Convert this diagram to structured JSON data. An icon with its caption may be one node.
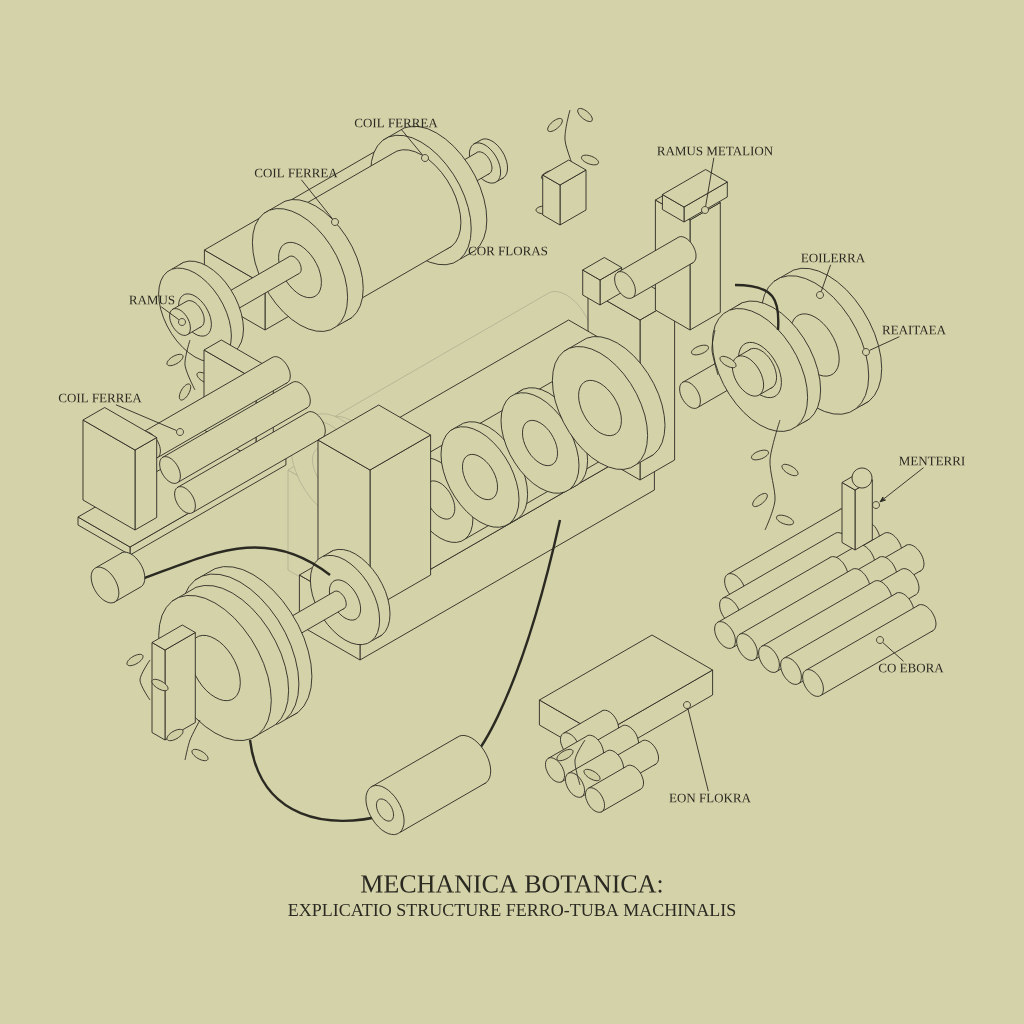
{
  "diagram": {
    "title": "MECHANICA BOTANICA:",
    "caption": "EXPLICATIO STRUCTURE FERRO-TUBA MACHINALIS",
    "nodes": [
      {
        "text": [
          "COIL FERREA"
        ]
      },
      {
        "text": [
          "RAMUS METALION"
        ]
      },
      {
        "text": [
          "COIL FERREA"
        ]
      },
      {
        "text": [
          "EOILERRA"
        ]
      },
      {
        "text": [
          "RAMUS"
        ]
      },
      {
        "text": [
          "REAITAEA"
        ]
      },
      {
        "text": [
          "COIL FERREA"
        ]
      },
      {
        "text": [
          "MENTERRI"
        ]
      },
      {
        "text": [
          "CO EBORA"
        ]
      },
      {
        "text": [
          "EON FLOKRA"
        ]
      },
      {
        "text": [],
        "shape": "circle"
      },
      {
        "text": [],
        "shape": "circle"
      },
      {
        "text": [],
        "shape": "circle"
      },
      {
        "text": [],
        "shape": "circle"
      },
      {
        "text": [],
        "shape": "circle"
      },
      {
        "text": [],
        "shape": "circle"
      },
      {
        "text": [],
        "shape": "circle"
      },
      {
        "text": [],
        "shape": "circle"
      },
      {
        "text": [],
        "shape": "circle"
      },
      {
        "text": [],
        "shape": "circle"
      }
    ],
    "edges": [
      {
        "from": 0,
        "to": 10,
        "arrow": "none"
      },
      {
        "from": 1,
        "to": 11,
        "arrow": "none"
      },
      {
        "from": 2,
        "to": 12,
        "arrow": "none"
      },
      {
        "from": 3,
        "to": 13,
        "arrow": "none"
      },
      {
        "from": 4,
        "to": 14,
        "arrow": "none"
      },
      {
        "from": 5,
        "to": 15,
        "arrow": "none"
      },
      {
        "from": 6,
        "to": 16,
        "arrow": "none"
      },
      {
        "from": 7,
        "to": 17,
        "arrow": "to"
      },
      {
        "from": 8,
        "to": 18,
        "arrow": "none"
      },
      {
        "from": 9,
        "to": 19,
        "arrow": "none"
      }
    ],
    "labels": [
      "COR FLORAS"
    ]
  }
}
